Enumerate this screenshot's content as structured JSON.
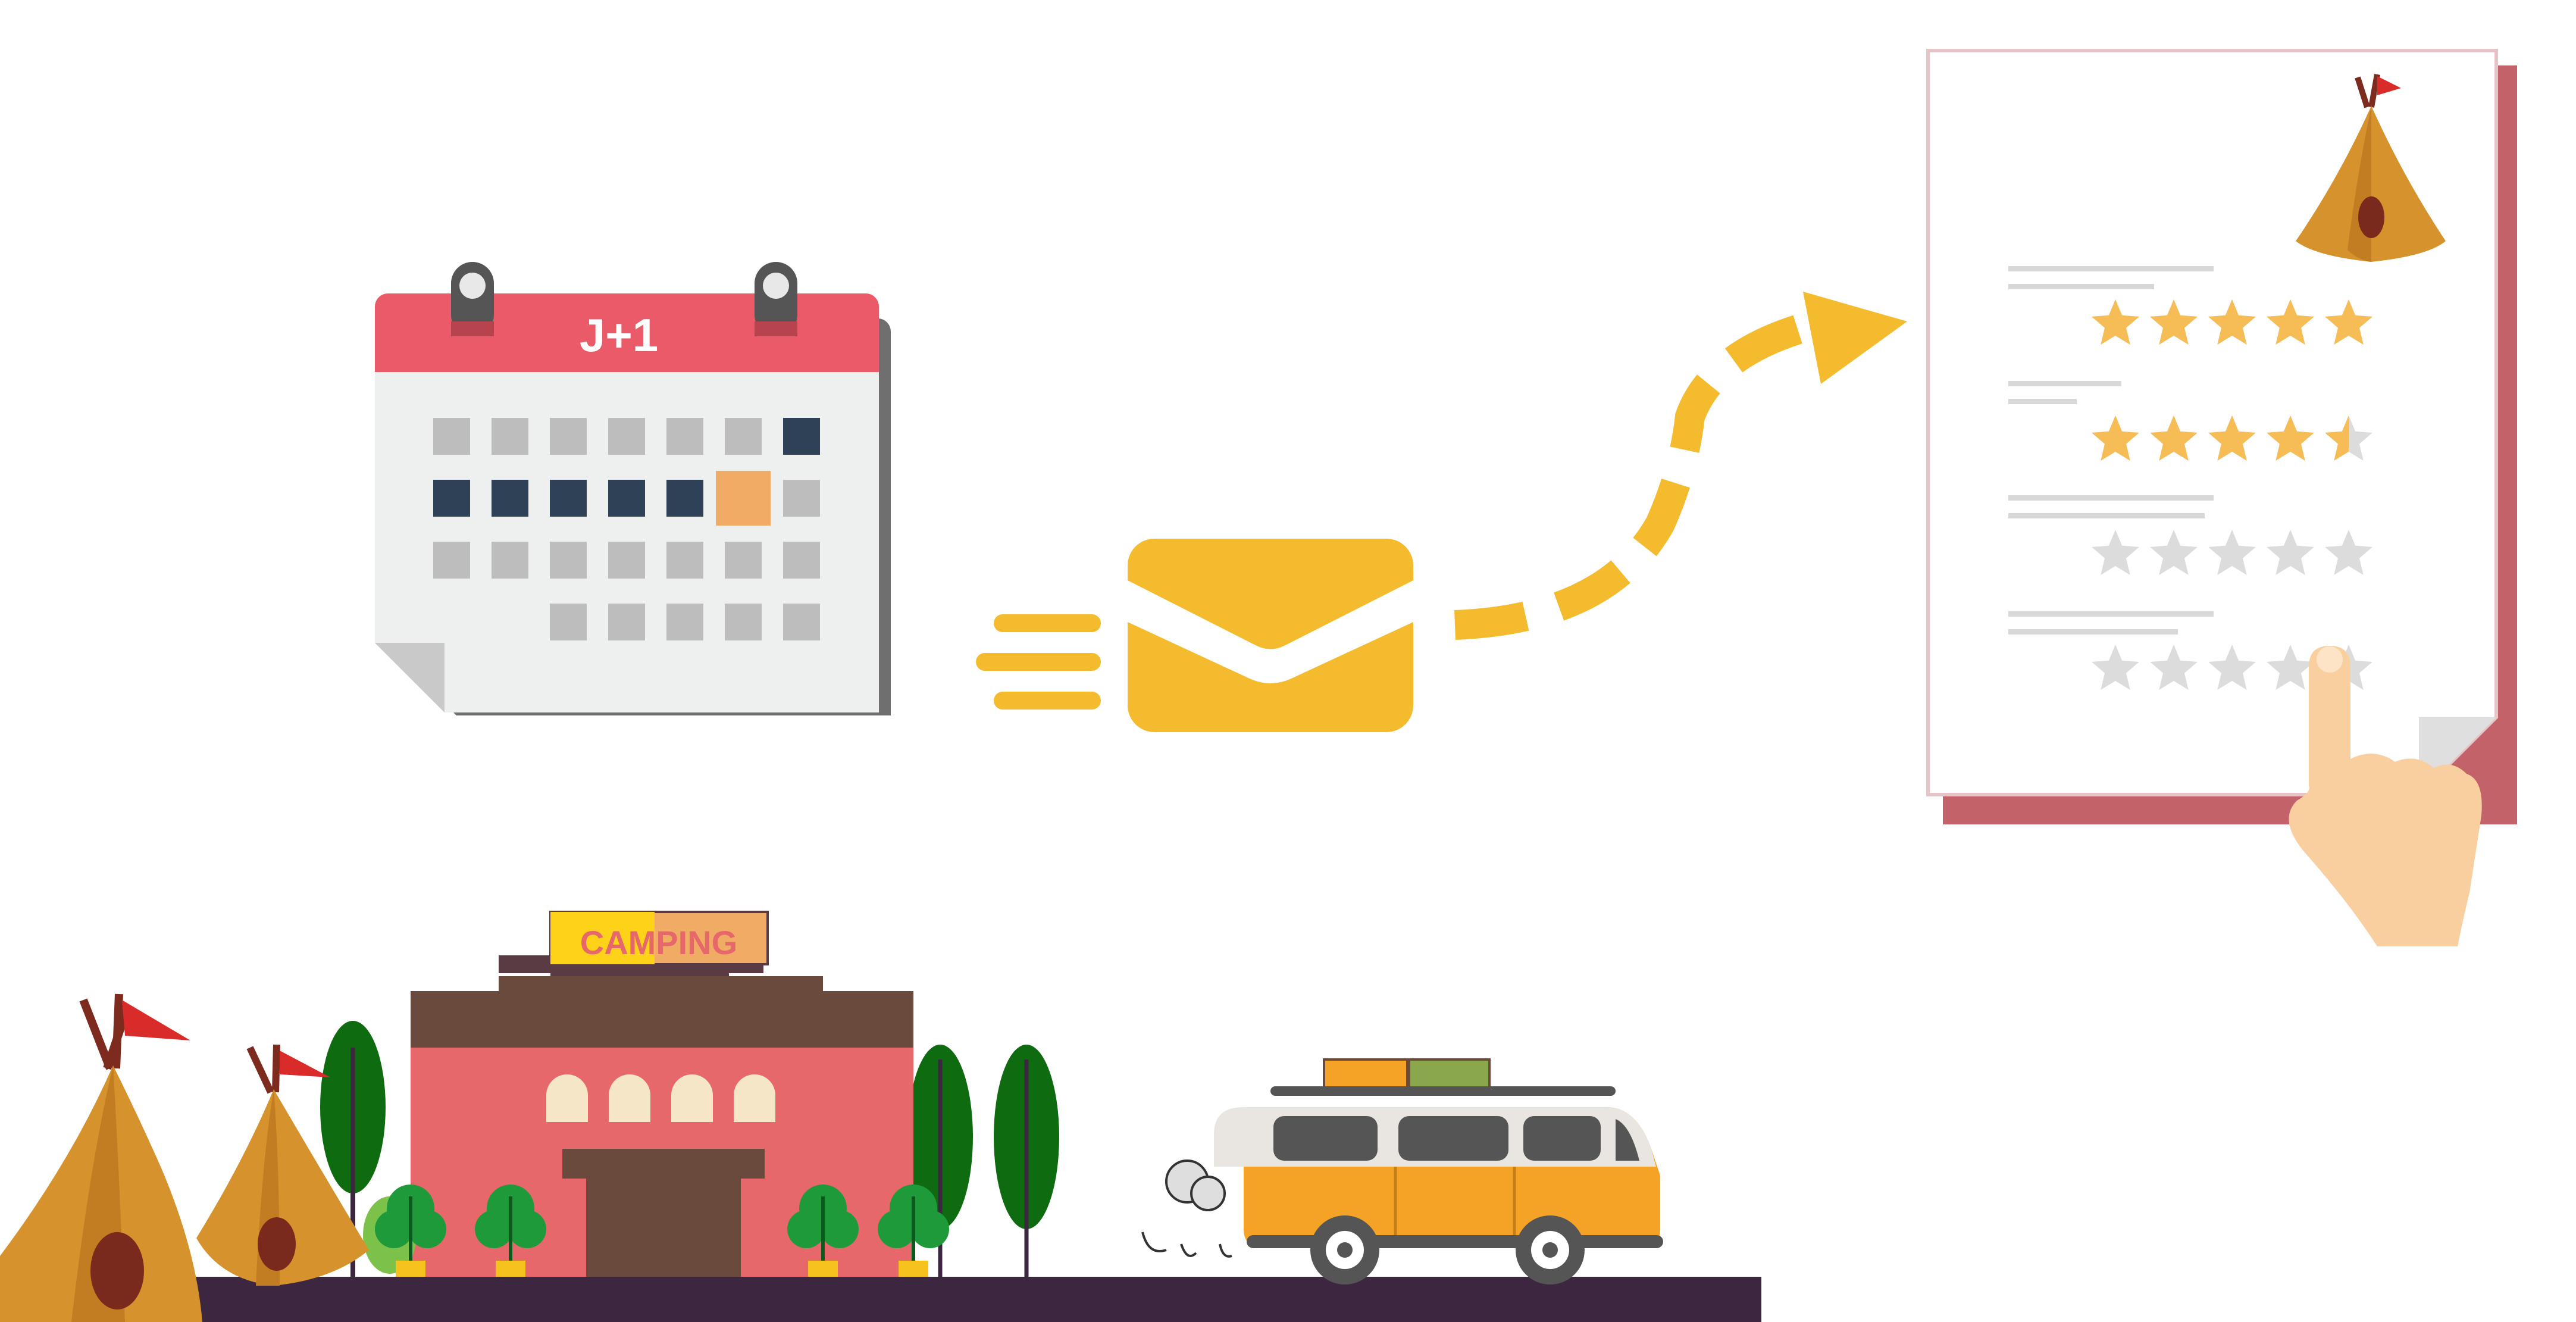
{
  "calendar": {
    "header_label": "J+1",
    "colors": {
      "header": "#ea5a68",
      "page": "#eef0f0",
      "cell": "#bdbdbd",
      "cell_past": "#2f4157",
      "cell_today": "#f0ac64"
    }
  },
  "envelope": {
    "icon": "envelope-icon",
    "color": "#f3bb2d"
  },
  "arrow": {
    "icon": "dashed-curved-arrow",
    "color": "#f3bb2d"
  },
  "review_sheet": {
    "icon": "review-document-icon",
    "ratings": [
      5,
      4.5,
      0,
      0
    ],
    "max_rating": 5,
    "colors": {
      "star_on": "#f6bc56",
      "star_off": "#dcdcdc",
      "border": "#c4626a"
    }
  },
  "campsite": {
    "sign_label": "CAMPING",
    "colors": {
      "building": "#e6686b",
      "roof": "#6b4a3e",
      "ground": "#3c2640",
      "tent": "#d6922d",
      "van": "#f4a326"
    }
  }
}
